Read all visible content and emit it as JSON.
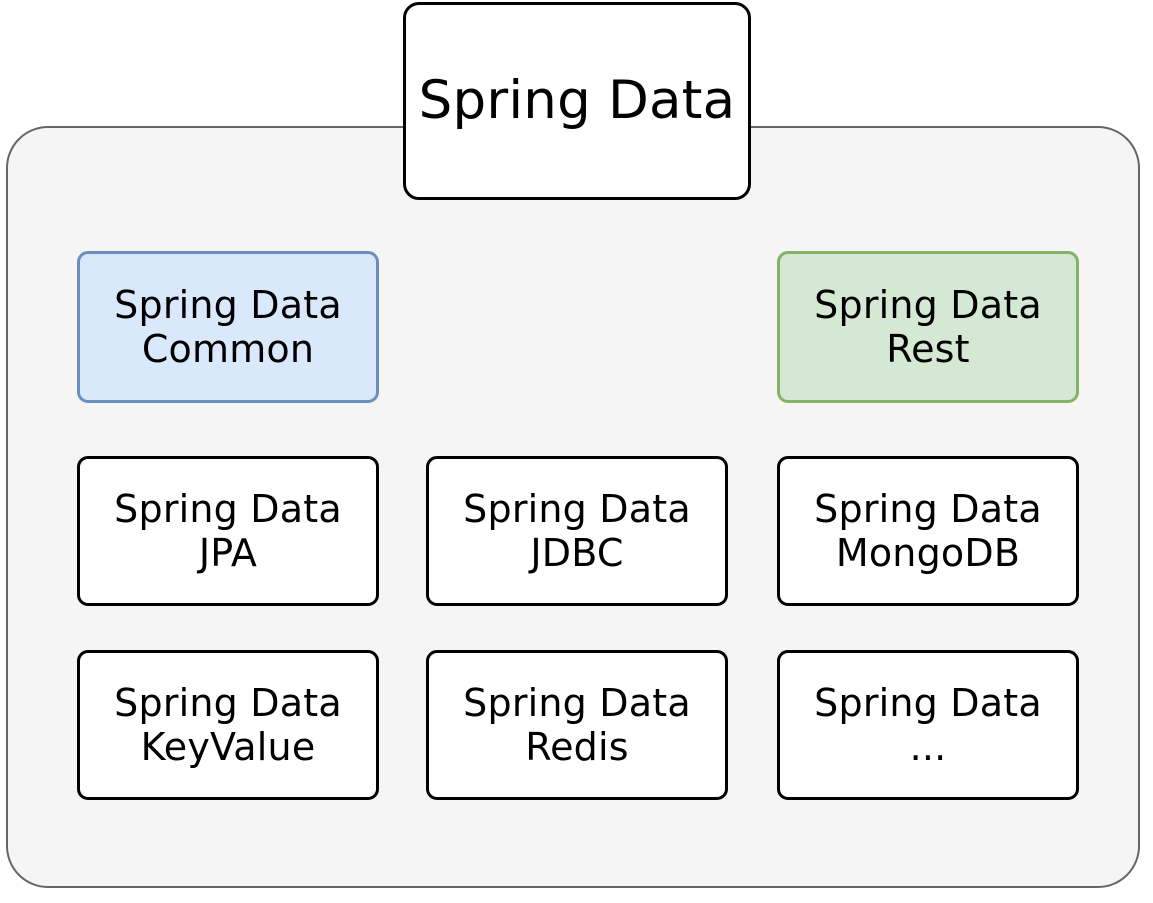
{
  "diagram": {
    "title_node": {
      "label": "Spring Data",
      "fill": "#ffffff",
      "stroke": "#000000"
    },
    "container": {
      "name": "spring-data-modules-group",
      "fill": "#f5f5f5",
      "stroke": "#666666"
    },
    "nodes": [
      {
        "id": "spring-data-common",
        "label": "Spring Data\nCommon",
        "column": 1,
        "row": 1,
        "fill": "#dae8fc",
        "stroke": "#6c8ebf"
      },
      {
        "id": "spring-data-rest",
        "label": "Spring Data\nRest",
        "column": 3,
        "row": 1,
        "fill": "#d5e8d4",
        "stroke": "#82b366"
      },
      {
        "id": "spring-data-jpa",
        "label": "Spring Data\nJPA",
        "column": 1,
        "row": 2,
        "fill": "#ffffff",
        "stroke": "#000000"
      },
      {
        "id": "spring-data-jdbc",
        "label": "Spring Data\nJDBC",
        "column": 2,
        "row": 2,
        "fill": "#ffffff",
        "stroke": "#000000"
      },
      {
        "id": "spring-data-mongodb",
        "label": "Spring Data\nMongoDB",
        "column": 3,
        "row": 2,
        "fill": "#ffffff",
        "stroke": "#000000"
      },
      {
        "id": "spring-data-keyvalue",
        "label": "Spring Data\nKeyValue",
        "column": 1,
        "row": 3,
        "fill": "#ffffff",
        "stroke": "#000000"
      },
      {
        "id": "spring-data-redis",
        "label": "Spring Data\nRedis",
        "column": 2,
        "row": 3,
        "fill": "#ffffff",
        "stroke": "#000000"
      },
      {
        "id": "spring-data-more",
        "label": "Spring Data\n...",
        "column": 3,
        "row": 3,
        "fill": "#ffffff",
        "stroke": "#000000"
      }
    ],
    "colors": {
      "page_background": "#ffffff",
      "group_background": "#f5f5f5",
      "group_border": "#666666",
      "default_border": "#000000",
      "default_fill": "#ffffff",
      "text": "#000000"
    }
  }
}
